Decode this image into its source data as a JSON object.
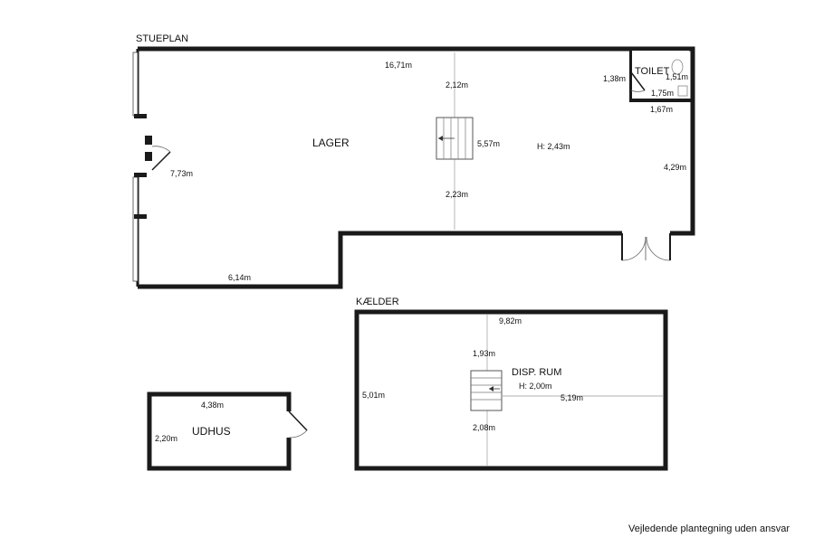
{
  "floors": {
    "ground": {
      "title": "STUEPLAN"
    },
    "basement": {
      "title": "KÆLDER"
    }
  },
  "rooms": {
    "lager": {
      "name": "LAGER",
      "height": "H: 2,43m"
    },
    "toilet": {
      "name": "TOILET"
    },
    "disp_rum": {
      "name": "DISP. RUM",
      "height": "H: 2,00m"
    },
    "udhus": {
      "name": "UDHUS"
    }
  },
  "dimensions": {
    "ground_top_width": "16,71m",
    "stair_top": "2,12m",
    "stair_bottom": "2,23m",
    "stair_side": "5,57m",
    "left_depth": "7,73m",
    "bottom_left_width": "6,14m",
    "right_depth": "4,29m",
    "toilet_w1": "1,51m",
    "toilet_w2": "1,75m",
    "toilet_left": "1,38m",
    "toilet_bottom": "1,67m",
    "basement_width": "9,82m",
    "basement_depth": "5,01m",
    "basement_stair_top": "1,93m",
    "basement_stair_bottom": "2,08m",
    "basement_right": "5,19m",
    "shed_width": "4,38m",
    "shed_depth": "2,20m"
  },
  "footer": {
    "disclaimer": "Vejledende plantegning uden ansvar"
  }
}
